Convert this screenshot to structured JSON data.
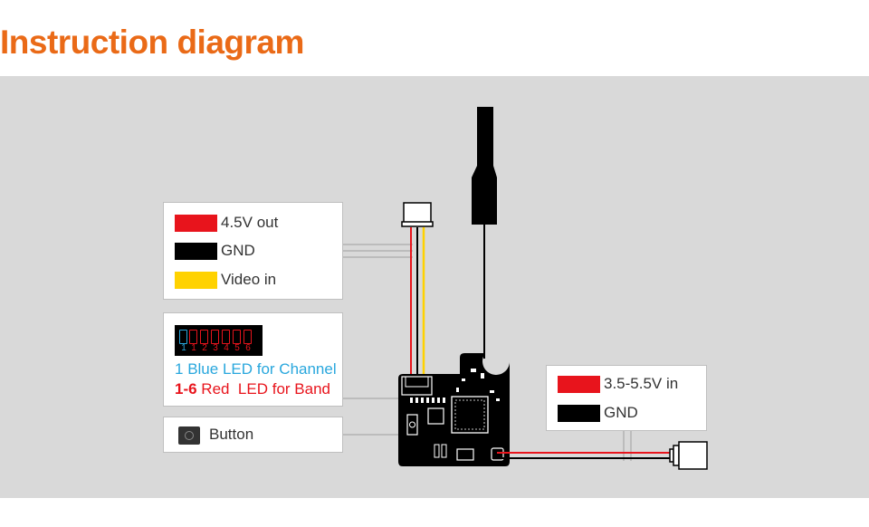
{
  "title": "Instruction diagram",
  "colors": {
    "title": "#ea6a17",
    "panel_bg": "#d9d9d9",
    "red": "#e8141c",
    "black": "#000000",
    "yellow": "#ffd200",
    "blue_text": "#29a7dd",
    "red_text": "#e8141c"
  },
  "wire_legend": {
    "items": [
      {
        "label": "4.5V out",
        "color": "#e8141c"
      },
      {
        "label": "GND",
        "color": "#000000"
      },
      {
        "label": "Video in",
        "color": "#ffd200"
      }
    ]
  },
  "led_legend": {
    "dip_numbers": [
      "1",
      "1",
      "2",
      "3",
      "4",
      "5",
      "6"
    ],
    "blue_line": {
      "num": "1",
      "text": " Blue LED for Channel"
    },
    "red_line": {
      "num": "1-6",
      "text": " Red  LED for Band"
    }
  },
  "button_legend": {
    "label": "Button"
  },
  "power_legend": {
    "items": [
      {
        "label": "3.5-5.5V in",
        "color": "#e8141c"
      },
      {
        "label": "GND",
        "color": "#000000"
      }
    ]
  }
}
